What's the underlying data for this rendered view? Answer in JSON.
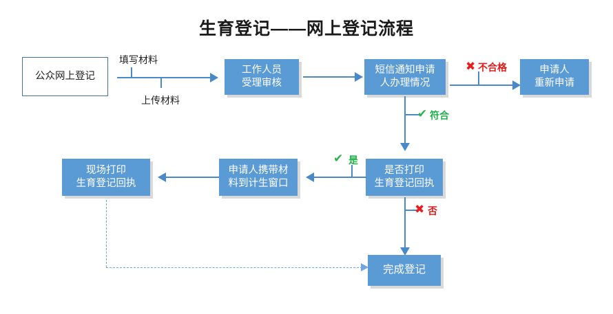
{
  "title": "生育登记——网上登记流程",
  "nodes": {
    "start": {
      "label": "公众网上登记"
    },
    "review": {
      "label": "工作人员\n受理审核"
    },
    "sms": {
      "label": "短信通知申请\n人办理情况"
    },
    "reapply": {
      "label": "申请人\n重新申请"
    },
    "decide_print": {
      "label": "是否打印\n生育登记回执"
    },
    "bring_materials": {
      "label": "申请人携带材\n料到计生窗口"
    },
    "onsite_print": {
      "label": "现场打印\n生育登记回执"
    },
    "finish": {
      "label": "完成登记"
    }
  },
  "edge_labels": {
    "fill_materials": "填写材料",
    "upload_materials": "上传材料",
    "unqualified": "不合格",
    "qualified": "符合",
    "yes": "是",
    "no": "否"
  },
  "marks": {
    "cross_glyph": "✖",
    "check_glyph": "✔"
  },
  "colors": {
    "node_blue": "#5B9BD5",
    "connector_blue": "#4A89C8",
    "dashed_blue": "#6FA8DC",
    "green": "#22B14C",
    "red": "#E01B1B",
    "shadow_gray": "#D9D9D9",
    "frame_outer": "#41719C",
    "frame_inner": "#9DC3E6"
  }
}
